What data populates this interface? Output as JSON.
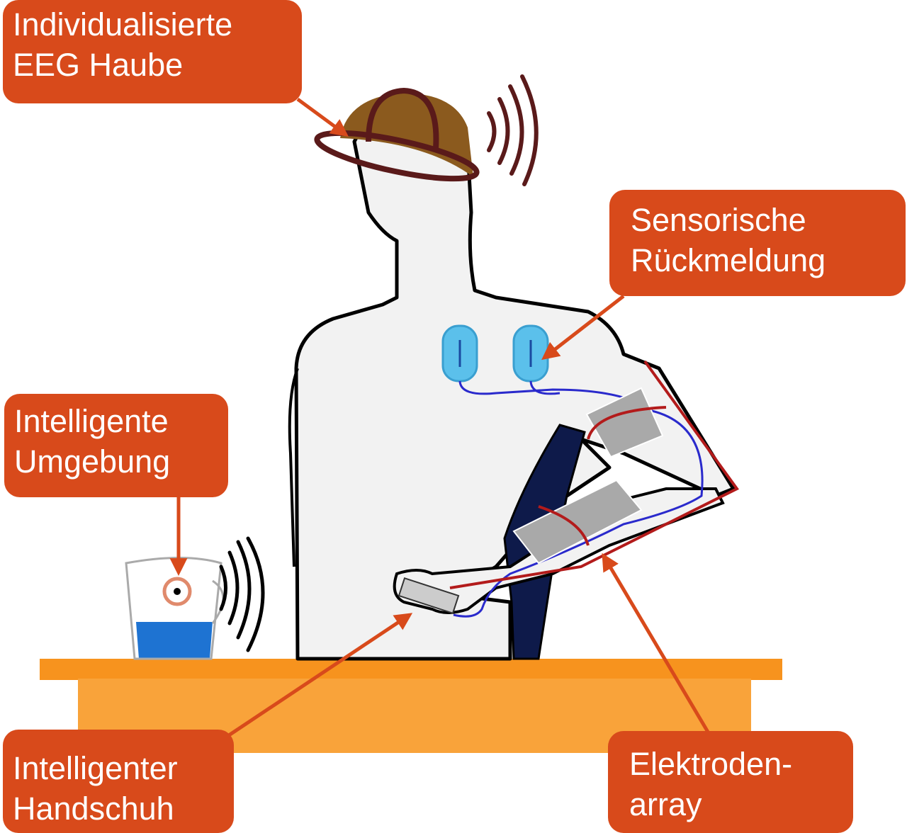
{
  "labels": {
    "eeg": {
      "line1": "Individualisierte",
      "line2": "EEG Haube"
    },
    "sensory": {
      "line1": "Sensorische",
      "line2": "Rückmeldung"
    },
    "environment": {
      "line1": "Intelligente",
      "line2": "Umgebung"
    },
    "glove": {
      "line1": "Intelligenter",
      "line2": "Handschuh"
    },
    "electrode": {
      "line1": "Elektroden-",
      "line2": "array"
    }
  },
  "colors": {
    "label_fill": "#d84a1b",
    "arrow": "#d84a1b",
    "table": "#f99a2e",
    "table_top": "#f7931e",
    "body_fill": "#f2f2f2",
    "hair": "#8b5a1e",
    "headband": "#5a1a1a",
    "electrode_pad": "#5bc0eb",
    "wire": "#2a2acc",
    "sleeve": "#0e1a4a",
    "grid_pad": "#a9a9a9",
    "water": "#1e73d2",
    "red_line": "#b31b1b"
  }
}
